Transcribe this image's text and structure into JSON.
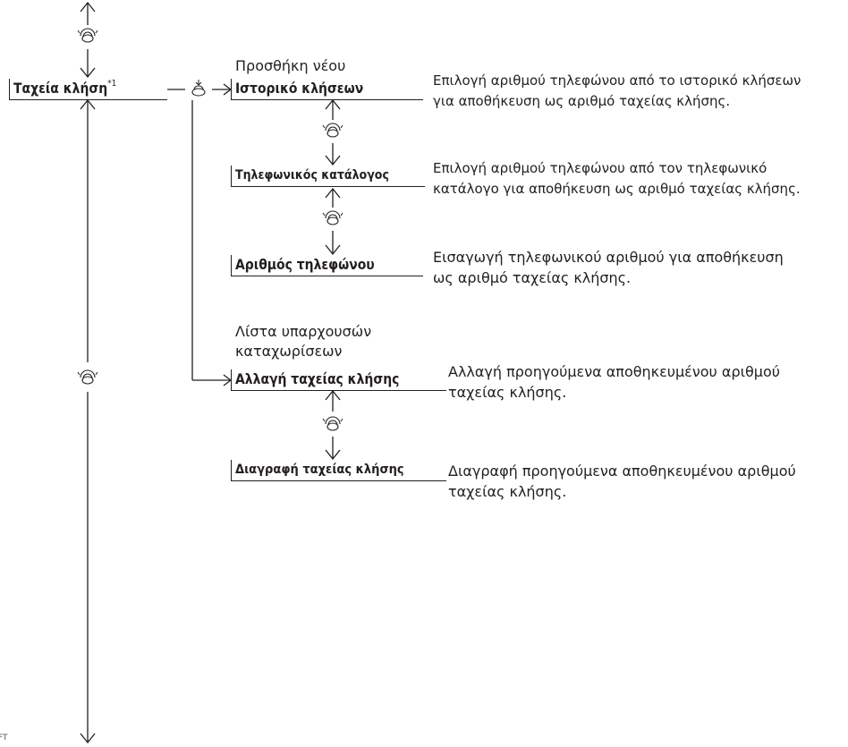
{
  "root": {
    "label": "Ταχεία κλήση",
    "footnote": "*1"
  },
  "groups": {
    "add_new": "Προσθήκη νέου",
    "existing_line1": "Λίστα υπαρχουσών",
    "existing_line2": "καταχωρίσεων"
  },
  "items": [
    {
      "label": "Ιστορικό κλήσεων",
      "desc1": "Επιλογή αριθμού τηλεφώνου από το ιστορικό κλήσεων",
      "desc2": "για αποθήκευση ως αριθμό ταχείας κλήσης."
    },
    {
      "label": "Τηλεφωνικός κατάλογος",
      "desc1": "Επιλογή αριθμού τηλεφώνου από τον τηλεφωνικό",
      "desc2": "κατάλογο για αποθήκευση ως αριθμό ταχείας κλήσης."
    },
    {
      "label": "Αριθμός τηλεφώνου",
      "desc1": "Εισαγωγή τηλεφωνικού αριθμού για αποθήκευση",
      "desc2": "ως αριθμό ταχείας κλήσης."
    },
    {
      "label": "Αλλαγή ταχείας κλήσης",
      "desc1": "Αλλαγή προηγούμενα αποθηκευμένου αριθμού",
      "desc2": "ταχείας κλήσης."
    },
    {
      "label": "Διαγραφή ταχείας κλήσης",
      "desc1": "Διαγραφή προηγούμενα αποθηκευμένου αριθμού",
      "desc2": "ταχείας κλήσης."
    }
  ],
  "edge_text": "FT",
  "icons": [
    "rotate-knob-icon",
    "press-knob-icon",
    "arrow-up-icon",
    "arrow-down-icon",
    "arrow-right-icon"
  ]
}
